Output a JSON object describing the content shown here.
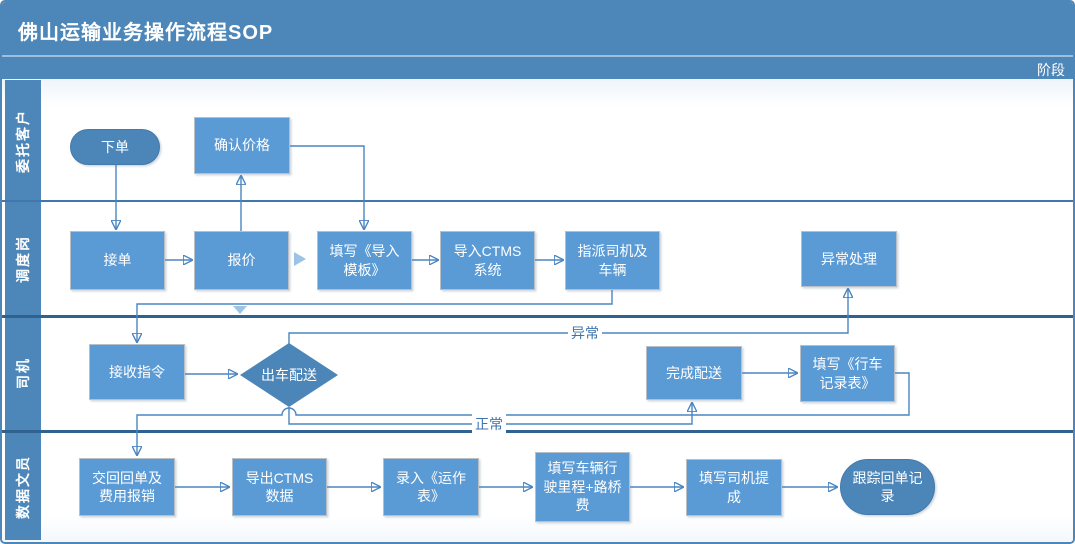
{
  "header": {
    "title": "佛山运输业务操作流程SOP",
    "stage_label": "阶段"
  },
  "lanes": [
    {
      "label": "委托客户"
    },
    {
      "label": "调度岗"
    },
    {
      "label": "司机"
    },
    {
      "label": "数据文员"
    }
  ],
  "nodes": {
    "place_order": {
      "label": "下单",
      "shape": "start"
    },
    "confirm_price": {
      "label": "确认价格",
      "shape": "process"
    },
    "accept_order": {
      "label": "接单",
      "shape": "process"
    },
    "quote": {
      "label": "报价",
      "shape": "process"
    },
    "fill_import_template": {
      "label": "填写《导入模板》",
      "shape": "process"
    },
    "import_ctms": {
      "label": "导入CTMS系统",
      "shape": "process"
    },
    "assign_driver_vehicle": {
      "label": "指派司机及车辆",
      "shape": "process"
    },
    "exception_handling": {
      "label": "异常处理",
      "shape": "process"
    },
    "receive_instruction": {
      "label": "接收指令",
      "shape": "process"
    },
    "dispatch_delivery": {
      "label": "出车配送",
      "shape": "decision"
    },
    "complete_delivery": {
      "label": "完成配送",
      "shape": "process"
    },
    "fill_driving_record": {
      "label": "填写《行车记录表》",
      "shape": "process"
    },
    "return_receipt_expense": {
      "label": "交回回单及费用报销",
      "shape": "process"
    },
    "export_ctms_data": {
      "label": "导出CTMS数据",
      "shape": "process"
    },
    "enter_operation_table": {
      "label": "录入《运作表》",
      "shape": "process"
    },
    "fill_mileage_toll": {
      "label": "填写车辆行驶里程+路桥费",
      "shape": "process"
    },
    "fill_driver_commission": {
      "label": "填写司机提成",
      "shape": "process"
    },
    "track_receipt_record": {
      "label": "跟踪回单记录",
      "shape": "end"
    }
  },
  "edge_labels": {
    "abnormal": "异常",
    "normal": "正常"
  },
  "colors": {
    "header_blue": "#4d87b9",
    "node_fill": "#5b9bd5",
    "dark_node_fill": "#4c86b9",
    "lane_separator": "#2f6290",
    "connector": "#4a85c2",
    "light_arrow": "#9cc3e5",
    "node_text": "#ffffff",
    "edge_label_text": "#3c74ad"
  }
}
